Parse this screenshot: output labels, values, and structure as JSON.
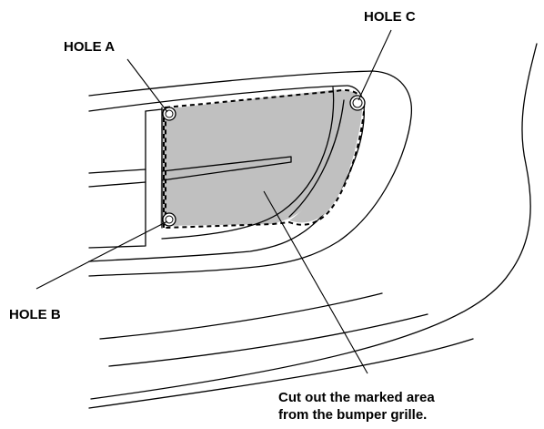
{
  "labels": {
    "hole_a": "HOLE A",
    "hole_b": "HOLE B",
    "hole_c": "HOLE C"
  },
  "caption": {
    "line1": "Cut out the marked area",
    "line2": "from the bumper grille."
  },
  "colors": {
    "line": "#000000",
    "cut_area_fill": "#c0c0c0",
    "background": "#ffffff"
  }
}
